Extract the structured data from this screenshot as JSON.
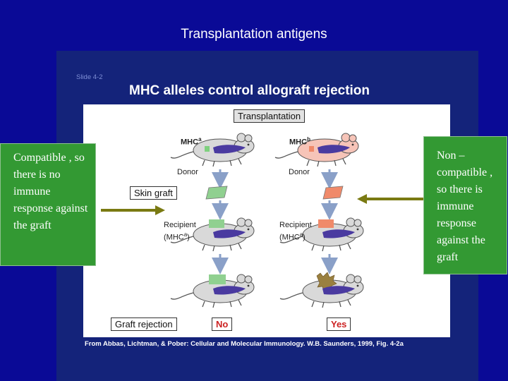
{
  "slide": {
    "title": "Transplantation antigens"
  },
  "figure": {
    "slide_number": "Slide 4-2",
    "title": "MHC alleles control allograft rejection",
    "header_box": "Transplantation",
    "donor_a_label": "MHC",
    "donor_a_sup": "a",
    "donor_b_label": "MHC",
    "donor_b_sup": "b",
    "donor_text_left": "Donor",
    "donor_text_right": "Donor",
    "skin_graft": "Skin graft",
    "recipient_left_1": "Recipient",
    "recipient_left_2": "(MHC",
    "recipient_left_sup": "a",
    "recipient_left_end": ")",
    "recipient_right_1": "Recipient",
    "recipient_right_2": "(MHC",
    "recipient_right_sup": "a",
    "recipient_right_end": ")",
    "graft_rejection": "Graft rejection",
    "no": "No",
    "yes": "Yes",
    "credit": "From Abbas, Lichtman, & Pober: Cellular and Molecular Immunology. W.B. Saunders, 1999, Fig. 4-2a"
  },
  "notes": {
    "left": "Compatible , so there is no immune response against the graft",
    "right": "Non – compatible , so there is immune response against the graft"
  },
  "colors": {
    "background": "#0a0a96",
    "panel": "#14237a",
    "note_green": "#339933",
    "arrow_olive": "#7a7a12",
    "mouse_gray": "#d9d9d9",
    "mouse_pink": "#f6c4b8",
    "graft_green": "#90d090",
    "graft_salmon": "#f08a6a",
    "body_purple": "#4a3aa0",
    "rejected_brown": "#9a8040",
    "yes_red": "#cc2222"
  }
}
